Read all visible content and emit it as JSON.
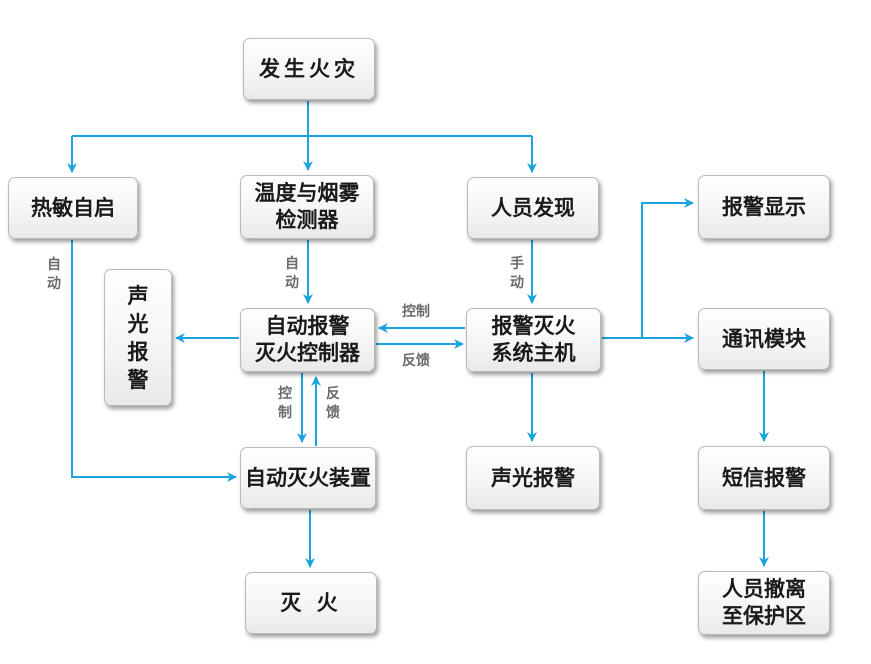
{
  "colors": {
    "arrow": "#1aa3dc",
    "node_text": "#1a1a1a",
    "edge_label_text": "#6b6b6b"
  },
  "nodes": {
    "fire_occurs": "发生火灾",
    "heat_self_start": "热敏自启",
    "temp_smoke_detector": "温度与烟雾\n检测器",
    "person_discovers": "人员发现",
    "alarm_display": "报警显示",
    "sound_light_alarm_left": "声\n光\n报\n警",
    "auto_alarm_controller": "自动报警\n灭火控制器",
    "alarm_host": "报警灭火\n系统主机",
    "comm_module": "通讯模块",
    "auto_extinguish_device": "自动灭火装置",
    "sound_light_alarm": "声光报警",
    "sms_alarm": "短信报警",
    "extinguish": "灭 火",
    "evacuate": "人员撤离\n至保护区"
  },
  "edge_labels": {
    "auto_left": "自\n动",
    "auto_detector": "自\n动",
    "manual": "手\n动",
    "control_h": "控制",
    "feedback_h": "反馈",
    "control_v": "控\n制",
    "feedback_v": "反\n馈"
  }
}
